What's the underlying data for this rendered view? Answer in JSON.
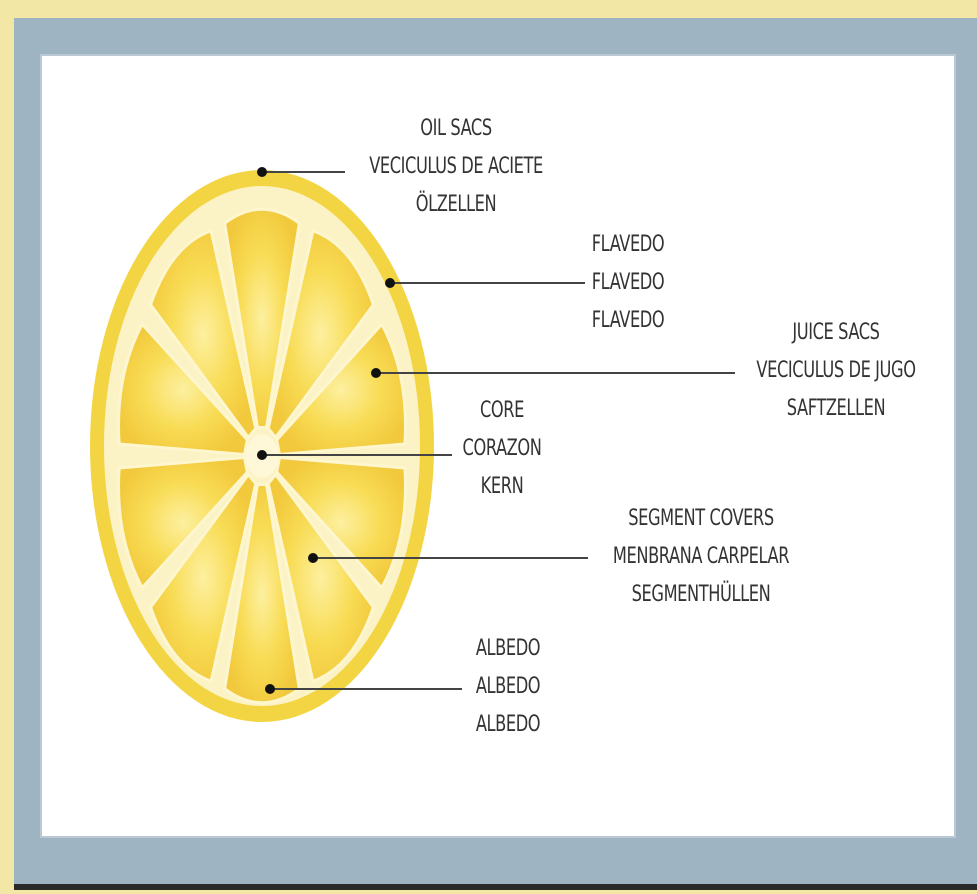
{
  "parts": [
    {
      "id": "oil-sacs",
      "lines": [
        "OIL SACS",
        "VECICULUS DE ACIETE",
        "ÖLZELLEN"
      ]
    },
    {
      "id": "flavedo",
      "lines": [
        "FLAVEDO",
        "FLAVEDO",
        "FLAVEDO"
      ]
    },
    {
      "id": "juice-sacs",
      "lines": [
        "JUICE SACS",
        "VECICULUS DE JUGO",
        "SAFTZELLEN"
      ]
    },
    {
      "id": "core",
      "lines": [
        "CORE",
        "CORAZON",
        "KERN"
      ]
    },
    {
      "id": "segment-covers",
      "lines": [
        "SEGMENT COVERS",
        "MENBRANA CARPELAR",
        "SEGMENTHÜLLEN"
      ]
    },
    {
      "id": "albedo",
      "lines": [
        "ALBEDO",
        "ALBEDO",
        "ALBEDO"
      ]
    }
  ],
  "colors": {
    "peel": "#f3d544",
    "albedo": "#fbf3c5",
    "pulp": "#f8dc4e",
    "pulp_dark": "#f2c93c",
    "leader": "#222222"
  }
}
